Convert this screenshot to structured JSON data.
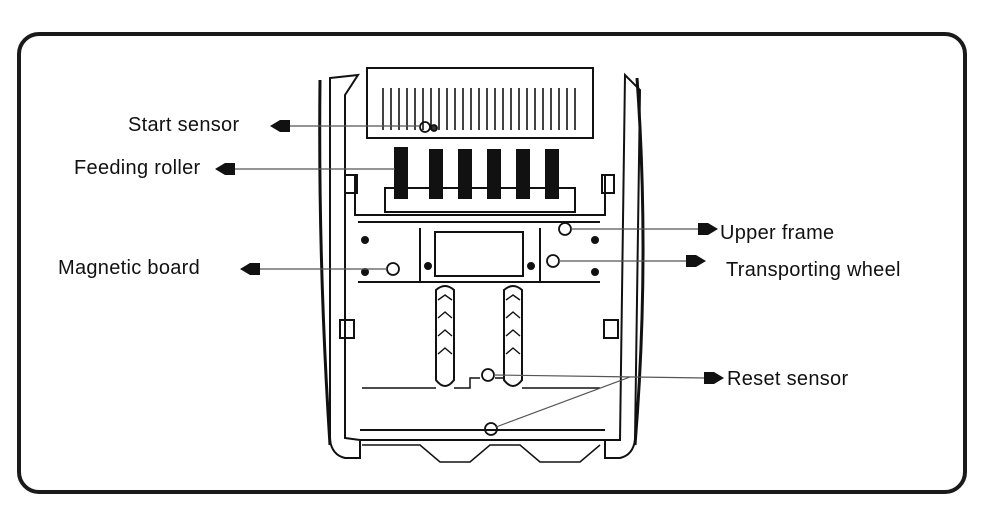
{
  "diagram": {
    "type": "labeled device schematic (bill counter, front view)",
    "labels": {
      "start_sensor": "Start sensor",
      "feeding_roller": "Feeding roller",
      "magnetic_board": "Magnetic board",
      "upper_frame": "Upper frame",
      "transporting_wheel": "Transporting wheel",
      "reset_sensor": "Reset sensor"
    },
    "colors": {
      "line": "#111111",
      "leader": "#555555",
      "background": "#ffffff"
    }
  }
}
